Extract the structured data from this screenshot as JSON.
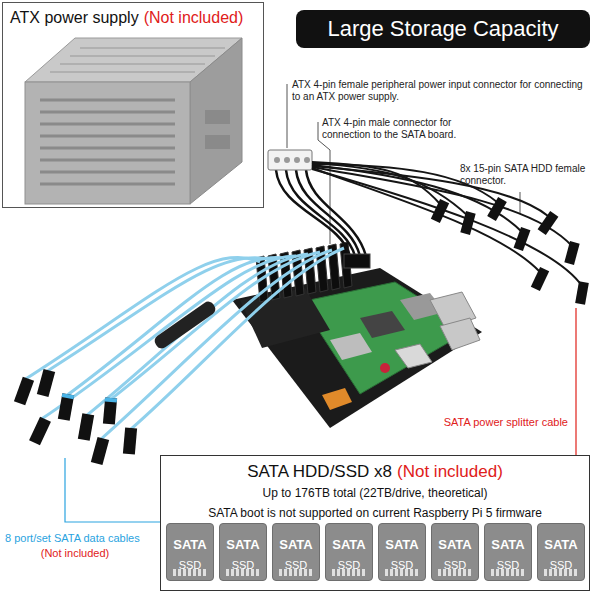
{
  "diagram": {
    "title": "Large Storage Capacity",
    "nodes": [
      {
        "text": [
          "ATX power supply",
          "(Not included)"
        ]
      },
      {
        "text": [
          "SATA HDD/SSD x8",
          "(Not included)",
          "Up to 176TB total (22TB/drive, theoretical)",
          "SATA boot is not supported on current Raspberry Pi 5 firmware"
        ]
      },
      {
        "text": [
          "SATA",
          "SSD"
        ],
        "in": 1
      },
      {
        "text": [
          "SATA",
          "SSD"
        ],
        "in": 1
      },
      {
        "text": [
          "SATA",
          "SSD"
        ],
        "in": 1
      },
      {
        "text": [
          "SATA",
          "SSD"
        ],
        "in": 1
      },
      {
        "text": [
          "SATA",
          "SSD"
        ],
        "in": 1
      },
      {
        "text": [
          "SATA",
          "SSD"
        ],
        "in": 1
      },
      {
        "text": [
          "SATA",
          "SSD"
        ],
        "in": 1
      },
      {
        "text": [
          "SATA",
          "SSD"
        ],
        "in": 1
      }
    ],
    "labels": [
      "ATX 4-pin female peripheral power input connector for connecting to an ATX power supply.",
      "ATX 4-pin male connector for connection to the SATA board.",
      "8x 15-pin SATA HDD female connector.",
      "SATA power splitter cable",
      "8 port/set SATA data cables",
      "(Not included)"
    ]
  }
}
